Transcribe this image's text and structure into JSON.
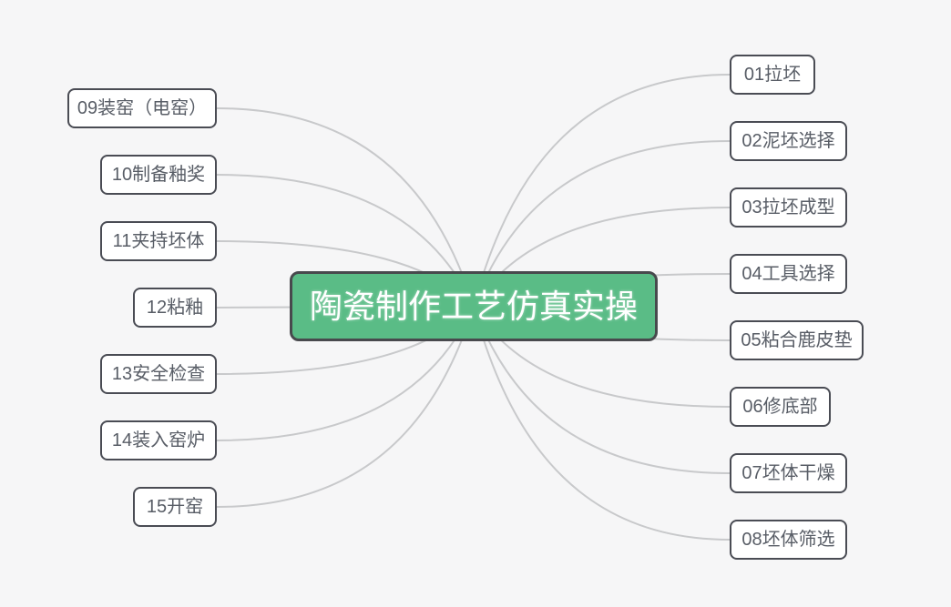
{
  "page": {
    "background": "#f6f6f7"
  },
  "palette": {
    "root_fill": "#5abc86",
    "root_border": "#48494d",
    "root_text": "#ffffff",
    "node_fill": "#ffffff",
    "node_border": "#4a4c54",
    "node_text": "#585d66",
    "connector": "#c8c9cb"
  },
  "mindmap": {
    "root": {
      "label": "陶瓷制作工艺仿真实操"
    },
    "right_nodes": [
      {
        "label": "01拉坯"
      },
      {
        "label": "02泥坯选择"
      },
      {
        "label": "03拉坯成型"
      },
      {
        "label": "04工具选择"
      },
      {
        "label": "05粘合鹿皮垫"
      },
      {
        "label": "06修底部"
      },
      {
        "label": "07坯体干燥"
      },
      {
        "label": "08坯体筛选"
      }
    ],
    "left_nodes": [
      {
        "label": "09装窑（电窑）"
      },
      {
        "label": "10制备釉奖"
      },
      {
        "label": "11夹持坯体"
      },
      {
        "label": "12粘釉"
      },
      {
        "label": "13安全检查"
      },
      {
        "label": "14装入窑炉"
      },
      {
        "label": "15开窑"
      }
    ]
  }
}
